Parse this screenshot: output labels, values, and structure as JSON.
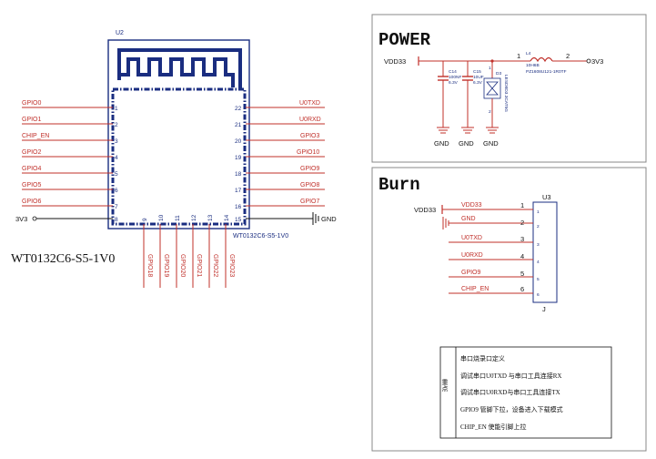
{
  "u2": {
    "ref": "U2",
    "part_name": "WT0132C6-S5-1V0",
    "value_label": "WT0132C6-S5-1V0",
    "left_pins": [
      "GPIO0",
      "GPIO1",
      "CHIP_EN",
      "GPIO2",
      "GPIO4",
      "GPIO5",
      "GPIO6"
    ],
    "left_pin_numbers": [
      "1",
      "2",
      "3",
      "4",
      "5",
      "6",
      "7"
    ],
    "right_pins": [
      "U0TXD",
      "U0RXD",
      "GPIO3",
      "GPIO10",
      "GPIO9",
      "GPIO8",
      "GPIO7"
    ],
    "right_pin_numbers": [
      "22",
      "21",
      "20",
      "19",
      "18",
      "17",
      "16"
    ],
    "bottom_pins": [
      "GPIO18",
      "GPIO19",
      "GPIO20",
      "GPIO21",
      "GPIO22",
      "GPIO23"
    ],
    "bottom_pin_numbers": [
      "9",
      "10",
      "11",
      "12",
      "13",
      "14"
    ],
    "power_net": "3V3",
    "ground_net": "GND",
    "power_pin_number": "8",
    "ground_pin_number": "15"
  },
  "power": {
    "title": "POWER",
    "vdd": "VDD33",
    "out": "3V3",
    "inductor_ref": "L4",
    "inductor_val": "10H6B",
    "inductor_part": "PZ1608U121-1R0TF",
    "pin1": "1",
    "pin2": "2",
    "c14": [
      "C14",
      "100NF",
      "6.3V"
    ],
    "c15": [
      "C15",
      "10UF",
      "6.3V"
    ],
    "d3": [
      "D3",
      "LESD8D3.3CAT5G"
    ],
    "d3_pins": [
      "1",
      "2"
    ],
    "gnd": [
      "GND",
      "GND",
      "GND"
    ]
  },
  "burn": {
    "title": "Burn",
    "ref": "U3",
    "conn": "J",
    "vdd": "VDD33",
    "nets": [
      "VDD33",
      "GND",
      "U0TXD",
      "U0RXD",
      "GPIO9",
      "CHIP_EN"
    ],
    "pin_nums": [
      "1",
      "2",
      "3",
      "4",
      "5",
      "6"
    ],
    "inner_nums": [
      "1",
      "2",
      "3",
      "4",
      "5",
      "6"
    ]
  },
  "notes": {
    "key_label": "重点",
    "lines": [
      "串口烧录口定义",
      "调试串口U0TXD 与串口工具连接RX",
      "调试串口U0RXD与串口工具连接TX",
      "GPIO9 管脚下拉，设备进入下载模式",
      "CHIP_EN 使能引脚上拉"
    ]
  }
}
